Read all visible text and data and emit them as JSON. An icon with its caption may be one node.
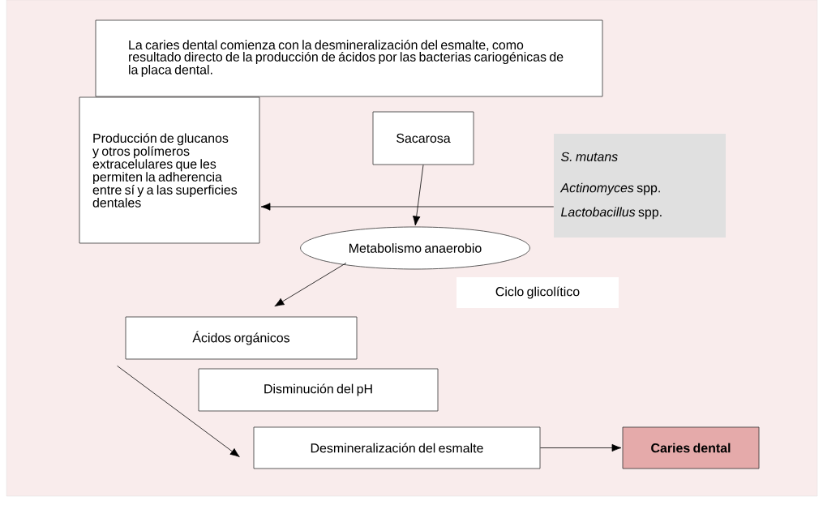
{
  "diagram": {
    "nodes": [
      {
        "text": [
          "La caries dental comienza con la desmineralización del esmalte, como resultado directo de la producción de ácidos por las bacterias cariogénicas de la placa dental."
        ]
      },
      {
        "text": [
          "Producción de glucanos y otros polímeros extracelulares que les permiten la adherencia entre sí y a las superficies dentales"
        ]
      },
      {
        "text": [
          "Sacarosa"
        ]
      },
      {
        "text": [
          "S. mutans",
          "*Actinomyces* spp.",
          "*Lactobacillus* spp."
        ]
      },
      {
        "text": [
          "Metabolismo anaerobio"
        ]
      },
      {
        "text": [
          "Ciclo glicolítico"
        ]
      },
      {
        "text": [
          "Ácidos orgánicos"
        ]
      },
      {
        "text": [
          "Disminución del pH"
        ]
      },
      {
        "text": [
          "Desmineralización del esmalte"
        ]
      },
      {
        "text": [
          "Caries dental"
        ]
      }
    ],
    "edges": [
      {
        "from": 3,
        "to": 1,
        "arrow": "to"
      },
      {
        "from": 2,
        "to": 4,
        "arrow": "to"
      },
      {
        "from": 4,
        "to": 6,
        "arrow": "to"
      },
      {
        "from": 6,
        "to": 8,
        "arrow": "to"
      },
      {
        "from": 8,
        "to": 9,
        "arrow": "to"
      }
    ]
  }
}
